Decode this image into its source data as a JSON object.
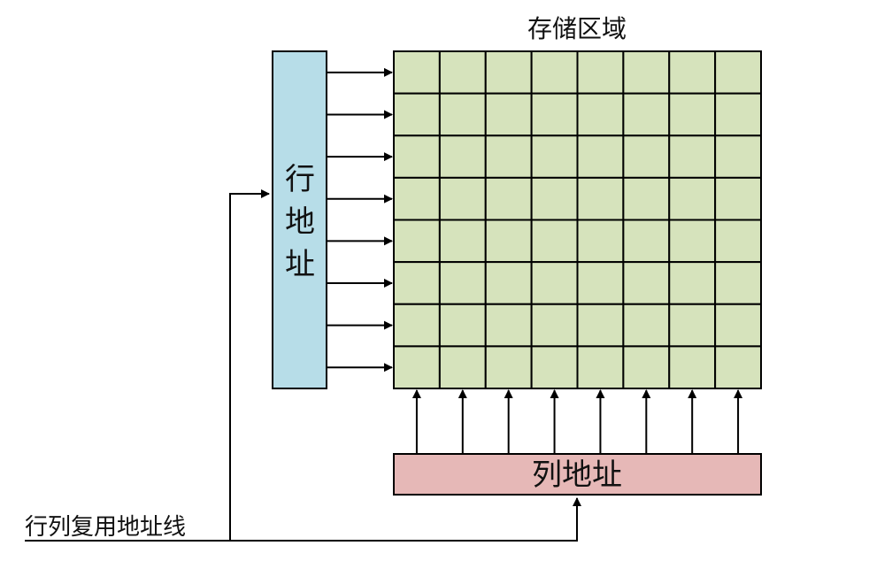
{
  "labels": {
    "storage_area": "存储区域",
    "row_address": [
      "行",
      "地",
      "址"
    ],
    "column_address": "列地址",
    "multiplexed_address_line": "行列复用地址线"
  },
  "grid": {
    "rows": 8,
    "cols": 8
  },
  "colors": {
    "cell_fill": "#d6e3bc",
    "row_address_fill": "#b7dde8",
    "column_address_fill": "#e6b8b7",
    "line": "#000000"
  }
}
